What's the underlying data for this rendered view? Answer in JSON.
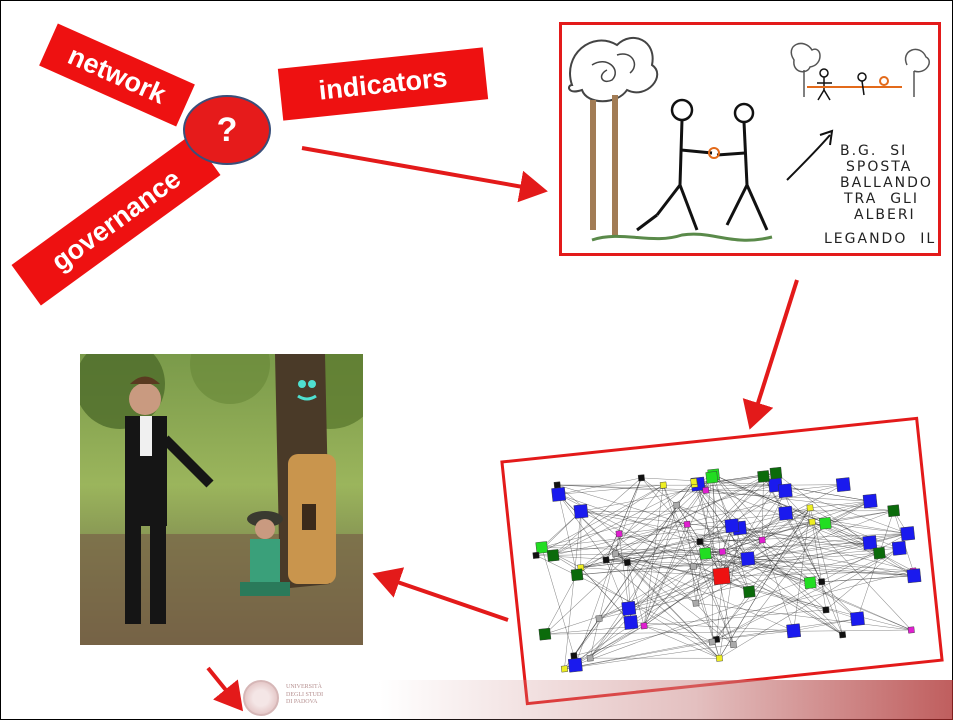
{
  "labels": {
    "network": "network",
    "indicators": "indicators",
    "governance": "governance",
    "question": "?"
  },
  "sketch": {
    "text_lines": [
      "B.G.  SI",
      "SPOSTA",
      "BALLANDO",
      "TRA  GLI",
      "ALBERI",
      "LEGANDO  IL"
    ]
  },
  "footer": {
    "logo_lines": [
      "UNIVERSITÀ",
      "DEGLI STUDI",
      "DI PADOVA"
    ]
  },
  "colors": {
    "accent_red": "#ee1111",
    "node_blue": "#1a1aee",
    "node_green": "#22dd22",
    "node_darkgreen": "#0b6b0b"
  }
}
